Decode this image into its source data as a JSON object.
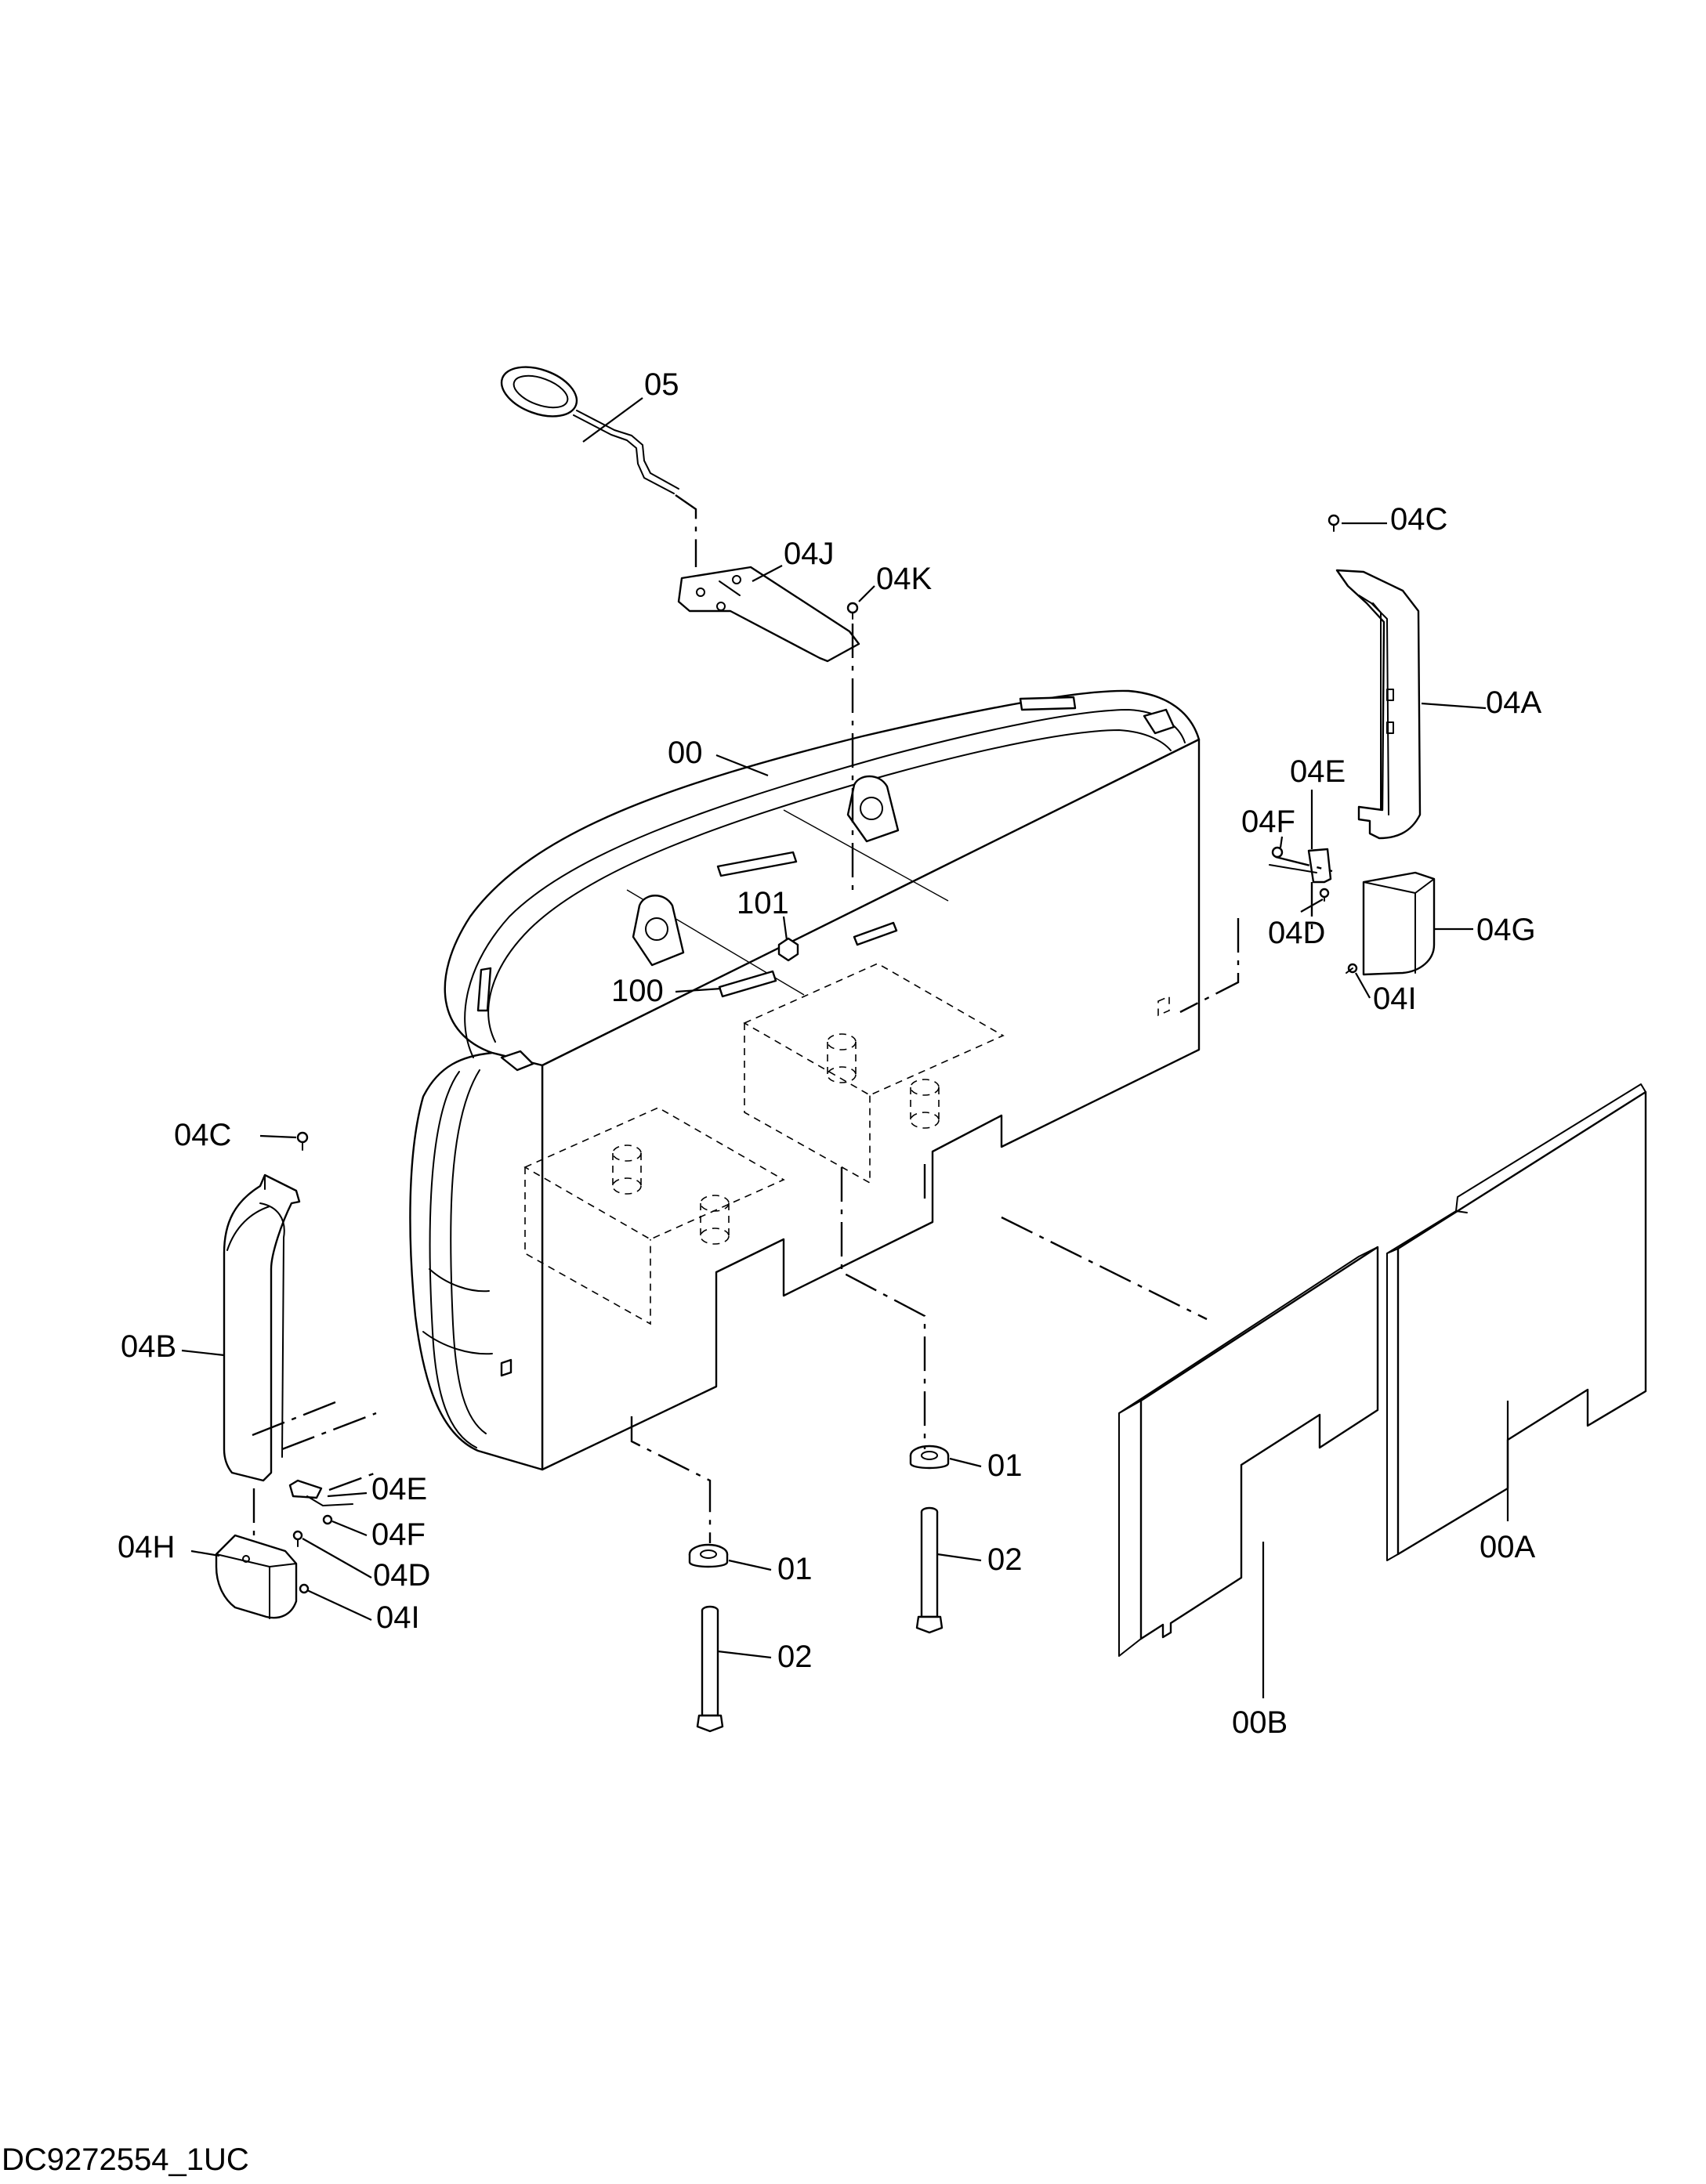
{
  "drawing": {
    "document_id": "DC9272554_1UC",
    "callouts": [
      {
        "key": "05",
        "text": "05"
      },
      {
        "key": "04J",
        "text": "04J"
      },
      {
        "key": "04K",
        "text": "04K"
      },
      {
        "key": "04C_right",
        "text": "04C"
      },
      {
        "key": "04A",
        "text": "04A"
      },
      {
        "key": "04E_right",
        "text": "04E"
      },
      {
        "key": "04F_right",
        "text": "04F"
      },
      {
        "key": "04D_right",
        "text": "04D"
      },
      {
        "key": "04G",
        "text": "04G"
      },
      {
        "key": "04I_right",
        "text": "04I"
      },
      {
        "key": "00",
        "text": "00"
      },
      {
        "key": "101",
        "text": "101"
      },
      {
        "key": "100",
        "text": "100"
      },
      {
        "key": "04C_left",
        "text": "04C"
      },
      {
        "key": "04B",
        "text": "04B"
      },
      {
        "key": "04E_left",
        "text": "04E"
      },
      {
        "key": "04F_left",
        "text": "04F"
      },
      {
        "key": "04D_left",
        "text": "04D"
      },
      {
        "key": "04H",
        "text": "04H"
      },
      {
        "key": "04I_left",
        "text": "04I"
      },
      {
        "key": "01_left",
        "text": "01"
      },
      {
        "key": "02_left",
        "text": "02"
      },
      {
        "key": "01_right",
        "text": "01"
      },
      {
        "key": "02_right",
        "text": "02"
      },
      {
        "key": "00B",
        "text": "00B"
      },
      {
        "key": "00A",
        "text": "00A"
      }
    ]
  }
}
